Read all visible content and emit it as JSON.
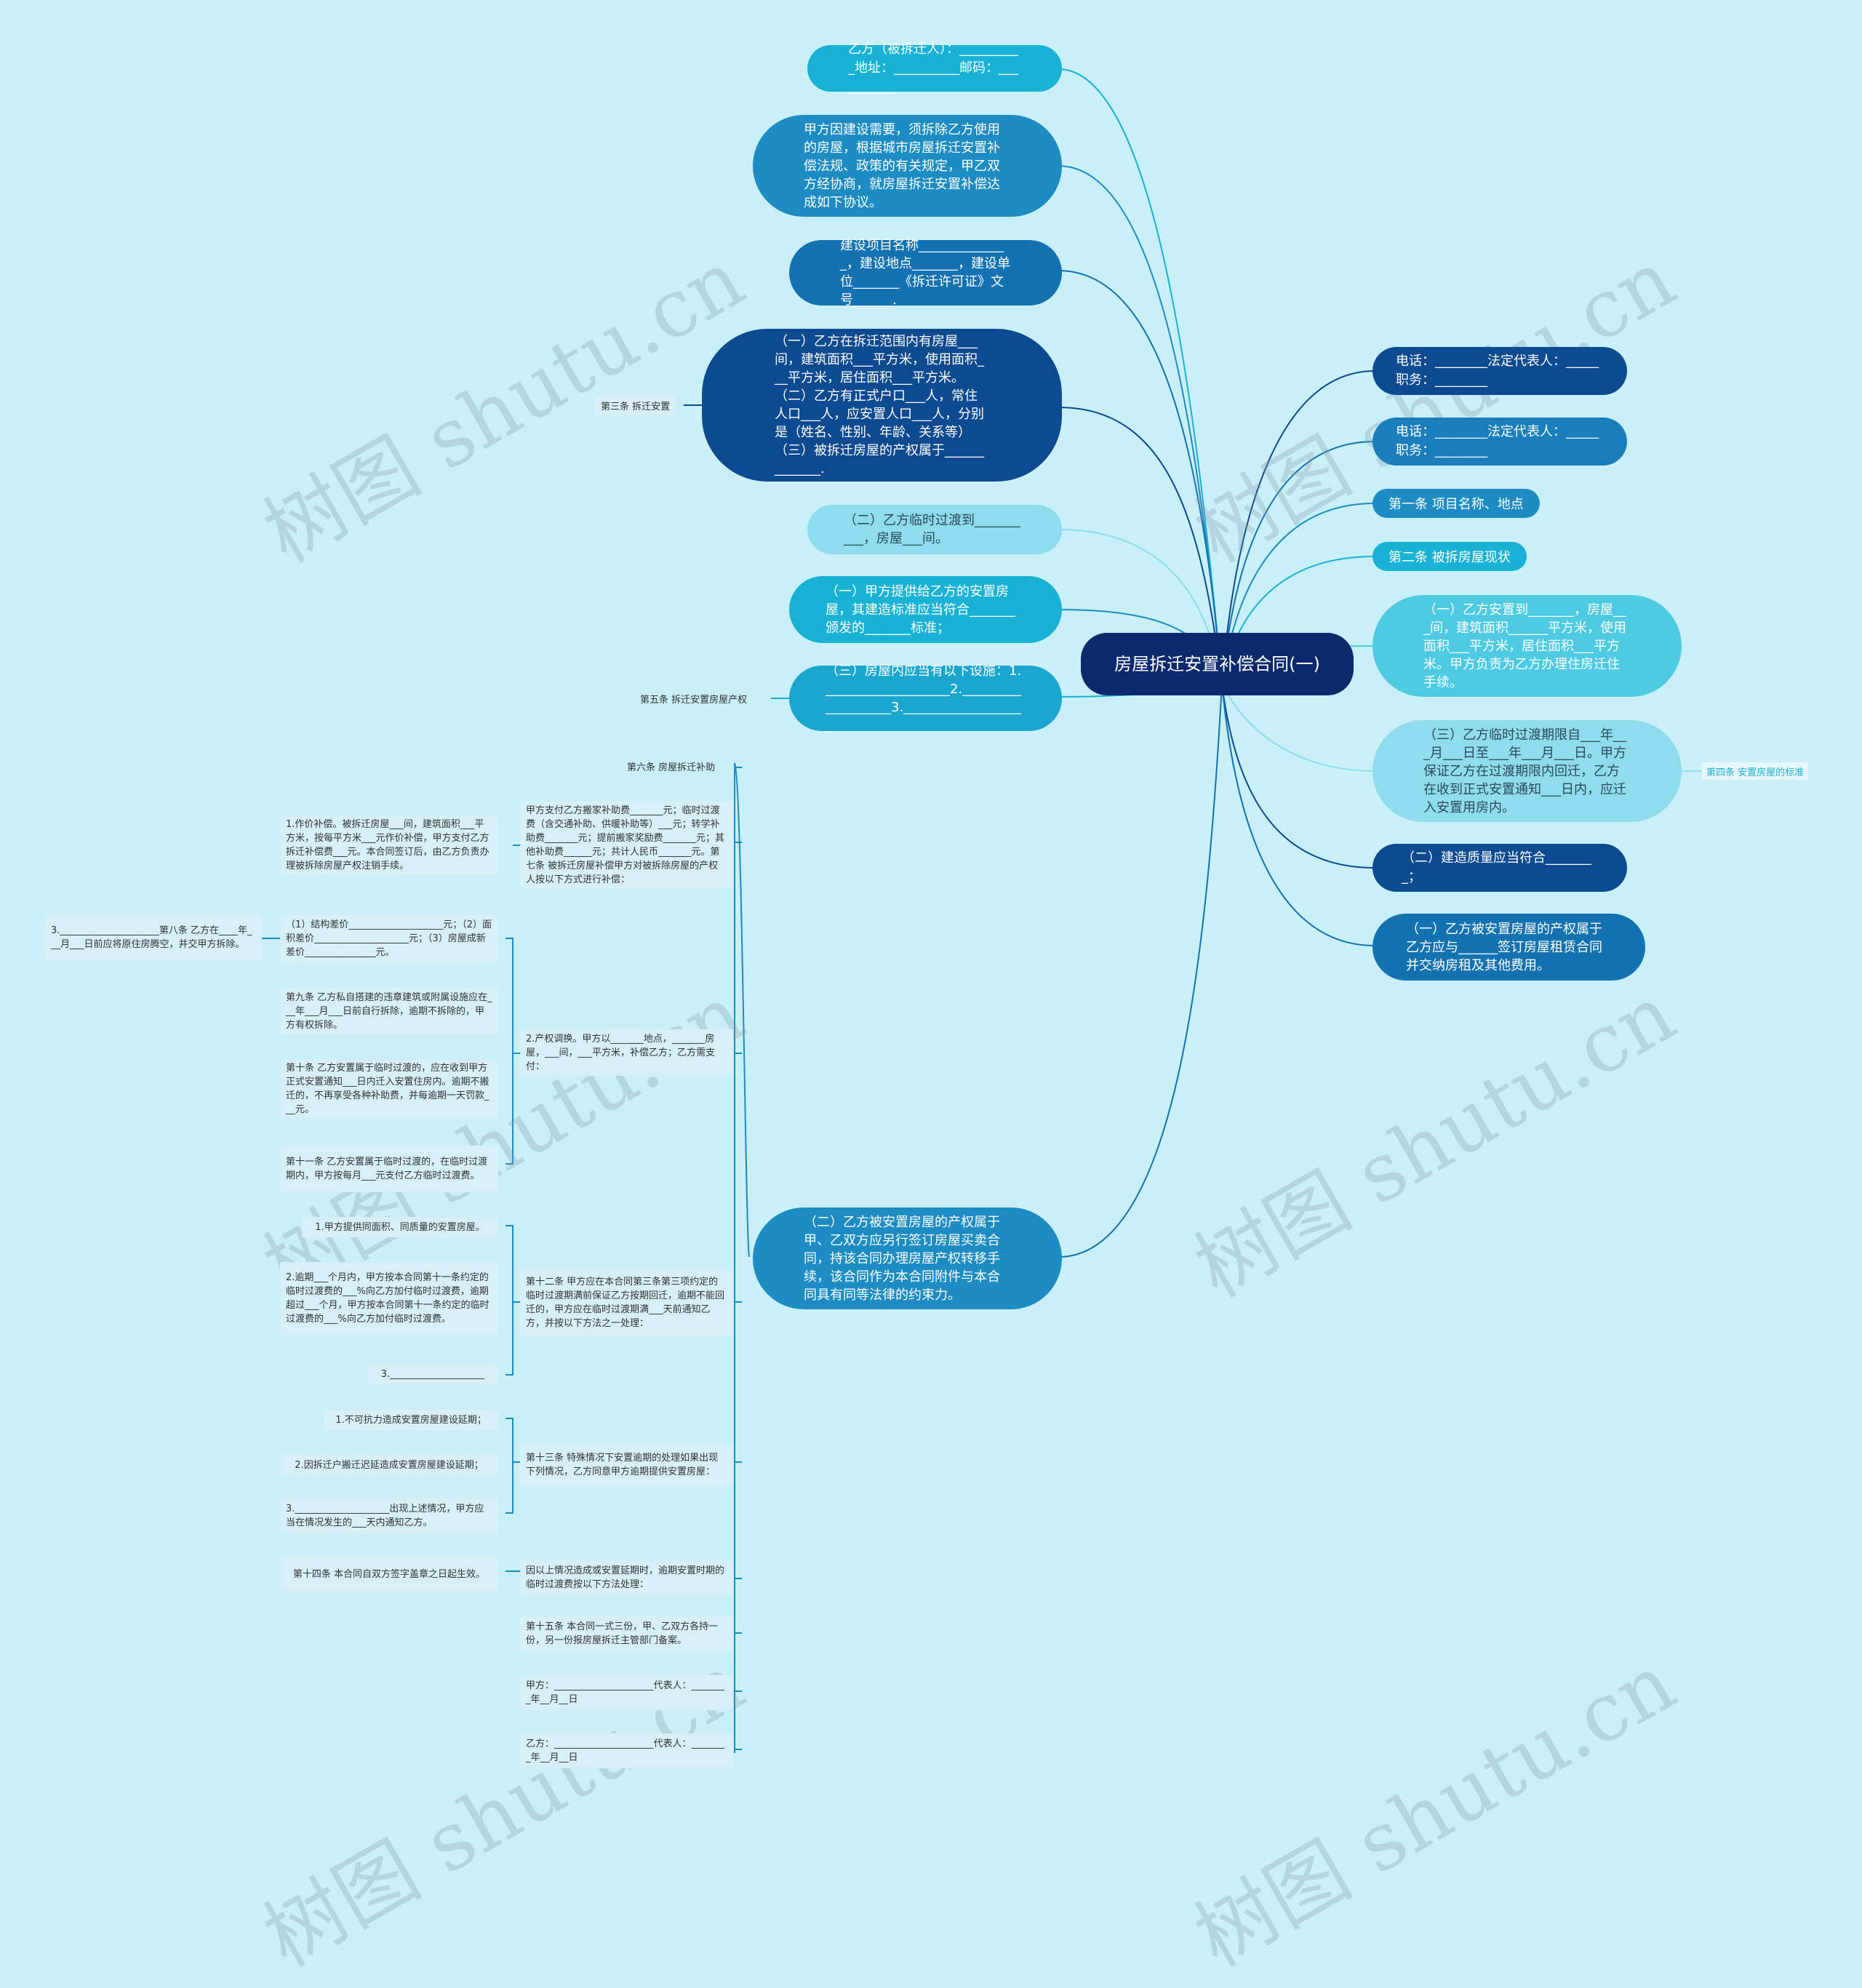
{
  "root": {
    "title": "房屋拆迁安置补偿合同(一)"
  },
  "left_nodes": [
    "乙方（被拆迁人）：__________地址：__________邮码：__________",
    "甲方因建设需要，须拆除乙方使用的房屋，根据城市房屋拆迁安置补偿法规、政策的有关规定，甲乙双方经协商，就房屋拆迁安置补偿达成如下协议。",
    "建设项目名称______________，建设地点_______，建设单位_______《拆迁许可证》文号______.",
    "（一）乙方在拆迁范围内有房屋___间，建筑面积___平方米，使用面积___平方米，居住面积___平方米。（二）乙方有正式户口___人，常住人口___人，应安置人口___人，分别是（姓名、性别、年龄、关系等）（三）被拆迁房屋的产权属于_____________.",
    "（二）乙方临时过渡到__________，房屋___间。",
    "（一）甲方提供给乙方的安置房屋，其建造标准应当符合_______颁发的_______标准；",
    "（三）房屋内应当有以下设施：1.___________________2.___________________3.___________________",
    "（二）乙方被安置房屋的产权属于甲、乙双方应另行签订房屋买卖合同，持该合同办理房屋产权转移手续，该合同作为本合同附件与本合同具有同等法律的约束力。"
  ],
  "left_labels": {
    "article3": "第三条 拆迁安置",
    "article5": "第五条 拆迁安置房屋产权"
  },
  "right_nodes": [
    "电话：________法定代表人：_____职务：________",
    "电话：________法定代表人：_____职务：________",
    "第一条 项目名称、地点",
    "第二条 被拆房屋现状",
    "（一）乙方安置到_______，房屋___间，建筑面积______平方米，使用面积___平方米，居住面积___平方米。甲方负责为乙方办理住房迁住手续。",
    "（三）乙方临时过渡期限自___年___月___日至___年___月___日。甲方保证乙方在过渡期限内回迁，乙方在收到正式安置通知___日内，应迁入安置用房内。",
    "（二）建造质量应当符合________；",
    "（一）乙方被安置房屋的产权属于乙方应与______签订房屋租赁合同并交纳房租及其他费用。"
  ],
  "right_labels": {
    "article4": "第四条 安置房屋的标准"
  },
  "mid_items": [
    "第六条 房屋拆迁补助",
    "甲方支付乙方搬家补助费_______元；临时过渡费（含交通补助、供暖补助等）___元；转学补助费_______元；提前搬家奖励费_______元；其他补助费______元；共计人民币_______元。第七条 被拆迁房屋补偿甲方对被拆除房屋的产权人按以下方式进行补偿：",
    "2.产权调换。甲方以_______地点，_______房屋，___间，___平方米，补偿乙方；乙方需支付：",
    "第十二条 甲方应在本合同第三条第三项约定的临时过渡期满前保证乙方按期回迁，逾期不能回迁的，甲方应在临时过渡期满___天前通知乙方，并按以下方法之一处理：",
    "第十三条 特殊情况下安置逾期的处理如果出现下列情况，乙方同意甲方逾期提供安置房屋：",
    "因以上情况造成或安置延期时，逾期安置时期的临时过渡费按以下方法处理：",
    "第十五条 本合同一式三份，甲、乙双方各持一份，另一份报房屋拆迁主管部门备案。",
    "甲方：_____________________代表人：________年__月__日",
    "乙方：_____________________代表人：________年__月__日"
  ],
  "far_items": [
    "1.作价补偿。被拆迁房屋___间，建筑面积___平方米，按每平方米___元作价补偿，甲方支付乙方拆迁补偿费___元。本合同签订后，由乙方负责办理被拆除房屋产权注销手续。",
    "（1）结构差价____________________元；（2）面积差价____________________元；（3）房屋成新差价_______________元。",
    "第九条 乙方私自搭建的违章建筑或附属设施应在___年___月___日前自行拆除，逾期不拆除的，甲方有权拆除。",
    "第十条 乙方安置属于临时过渡的，应在收到甲方正式安置通知___日内迁入安置住房内。逾期不搬迁的，不再享受各种补助费，并每逾期一天罚款___元。",
    "第十一条 乙方安置属于临时过渡的，在临时过渡期内，甲方按每月___元支付乙方临时过渡费。",
    "1.甲方提供同面积、同质量的安置房屋。",
    "2.逾期___个月内，甲方按本合同第十一条约定的临时过渡费的___%向乙方加付临时过渡费，逾期超过___个月，甲方按本合同第十一条约定的临时过渡费的___%向乙方加付临时过渡费。",
    "3.____________________",
    "1.不可抗力造成安置房屋建设延期；",
    "2.因拆迁户搬迁迟延造成安置房屋建设延期；",
    "3.____________________出现上述情况，甲方应当在情况发生的___天内通知乙方。",
    "第十四条 本合同自双方签字盖章之日起生效。"
  ],
  "far_far_item": "3._____________________第八条 乙方在____年___月___日前应将原住房腾空，并交甲方拆除。",
  "watermark": "树图 shutu.cn",
  "colors": {
    "background": "#c9eff8",
    "root": "#0b2a6e",
    "teal": "#1ab2d4",
    "blue": "#1d8cc2",
    "navy": "#0d4a8f",
    "sky": "#8fdcef"
  }
}
